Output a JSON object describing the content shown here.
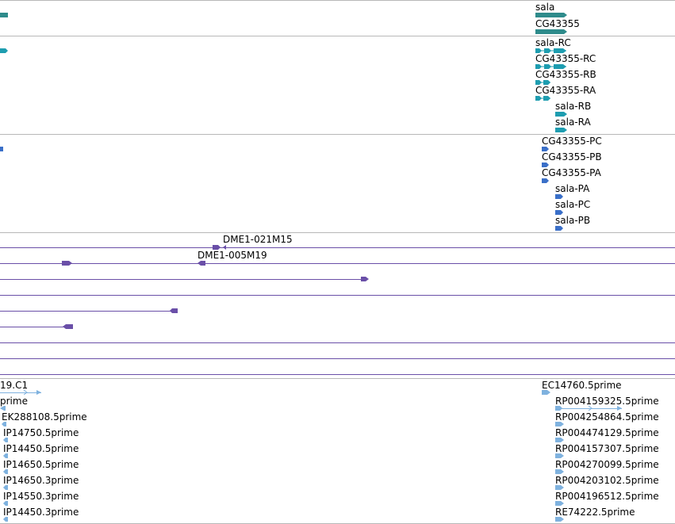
{
  "colors": {
    "gene": "#2E8B8B",
    "transcript": "#1E9DB0",
    "protein": "#3A6FC8",
    "clone": "#6A4FA8",
    "est": "#7FB2DF",
    "divider": "#b8b8b8"
  },
  "tracks": {
    "genes": {
      "labels": [
        "sala",
        "CG43355"
      ]
    },
    "transcripts": {
      "labels": [
        "sala-RC",
        "CG43355-RC",
        "CG43355-RB",
        "CG43355-RA",
        "sala-RB",
        "sala-RA"
      ]
    },
    "proteins": {
      "labels": [
        "CG43355-PC",
        "CG43355-PB",
        "CG43355-PA",
        "sala-PA",
        "sala-PC",
        "sala-PB"
      ]
    },
    "clones": {
      "labels": [
        "DME1-021M15",
        "DME1-005M19"
      ]
    },
    "ests": {
      "left_labels": [
        "19.C1",
        "prime",
        "EK288108.5prime",
        "IP14750.5prime",
        "IP14450.5prime",
        "IP14650.5prime",
        "IP14650.3prime",
        "IP14550.3prime",
        "IP14450.3prime"
      ],
      "right_labels": [
        "EC14760.5prime",
        "RP004159325.5prime",
        "RP004254864.5prime",
        "RP004474129.5prime",
        "RP004157307.5prime",
        "RP004270099.5prime",
        "RP004203102.5prime",
        "RP004196512.5prime",
        "RE74222.5prime"
      ]
    }
  }
}
